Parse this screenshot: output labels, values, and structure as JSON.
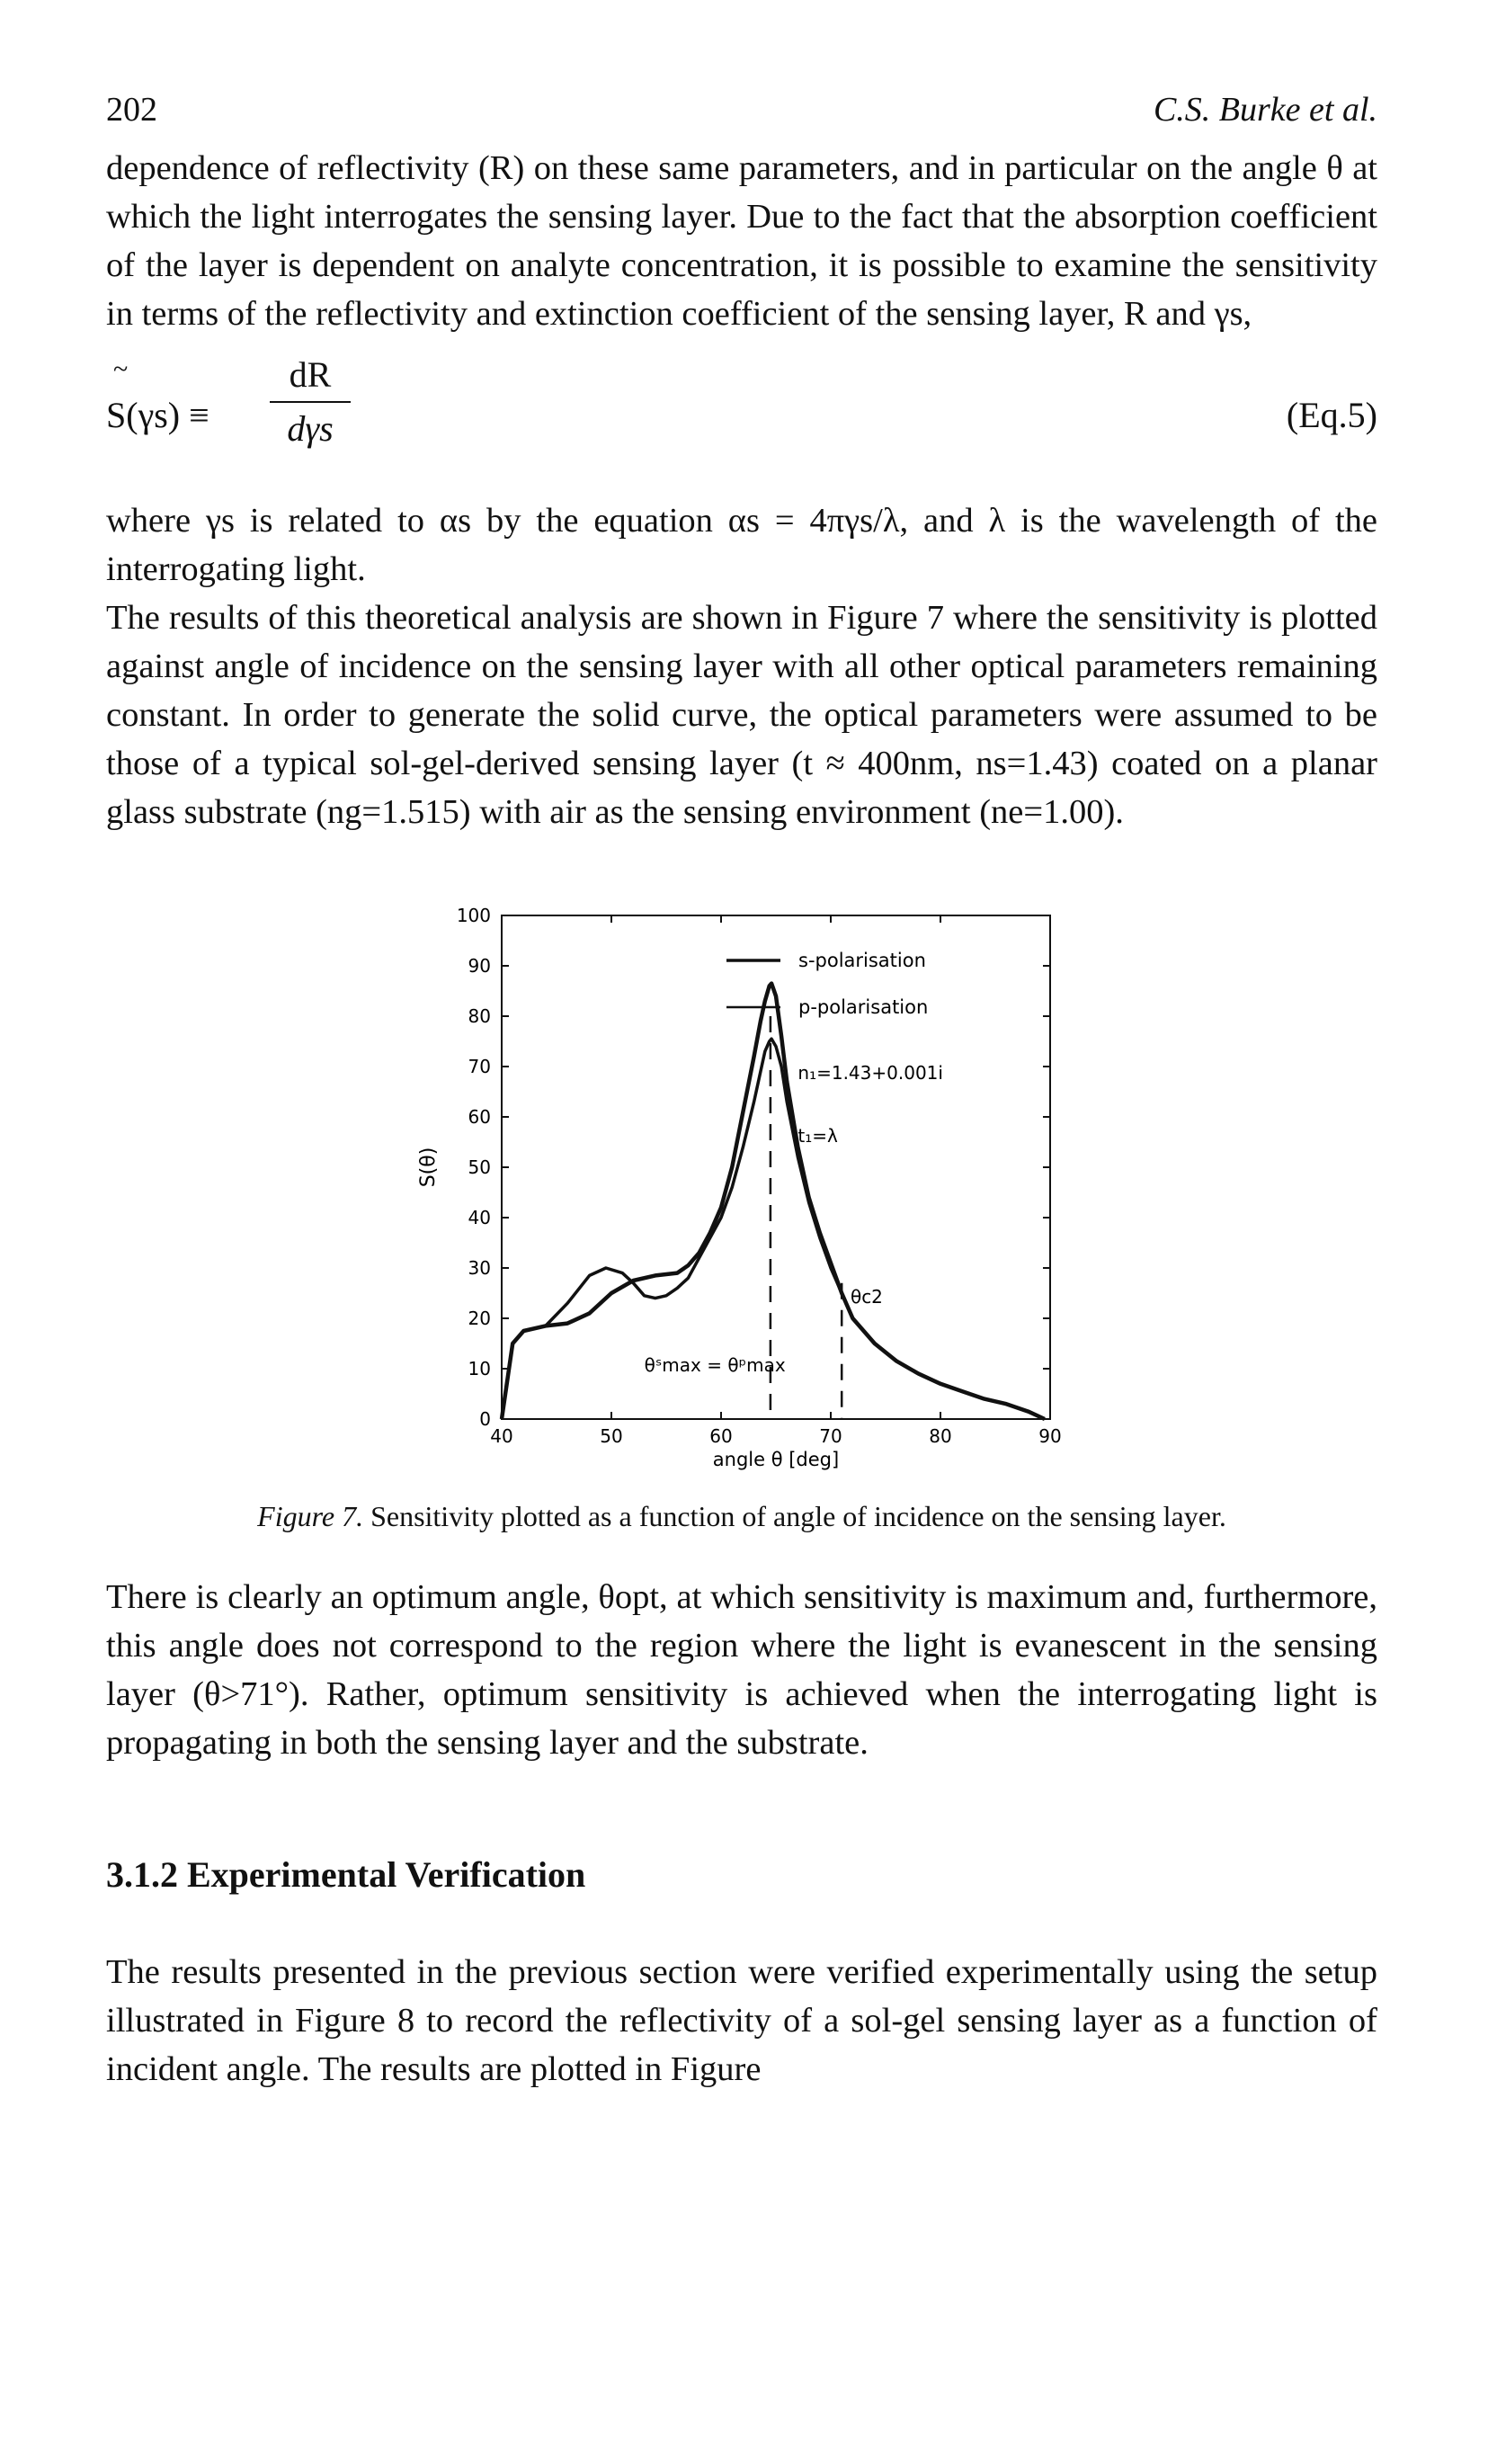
{
  "header": {
    "page_number": "202",
    "authors": "C.S. Burke et al."
  },
  "p1": "dependence of reflectivity (R) on these same parameters, and in particular on the angle θ at which the light interrogates the sensing layer. Due to the fact that the absorption coefficient of the layer is dependent on analyte concentration, it is possible to examine the sensitivity in terms of the reflectivity and extinction coefficient of the sensing layer, R and γs,",
  "equation": {
    "lhs": "S(γs) ≡",
    "tilde": "~",
    "numerator": "dR",
    "denominator": "dγs",
    "label": "(Eq.5)"
  },
  "p2": "where γs is related to αs by the equation αs = 4πγs/λ, and λ is the wavelength of the interrogating light.",
  "p3": "The results of this theoretical analysis are shown in Figure 7 where the sensitivity is plotted against angle of incidence on the sensing layer with all other optical parameters remaining constant. In order to generate the solid curve, the optical parameters were assumed to be those of a typical sol-gel-derived sensing layer (t ≈ 400nm, ns=1.43) coated on a planar glass substrate (ng=1.515) with air as the sensing environment (ne=1.00).",
  "caption": {
    "label": "Figure 7.",
    "text": "Sensitivity plotted as a function of angle of incidence on the sensing layer."
  },
  "p4": "There is clearly an optimum angle, θopt, at which sensitivity is maximum and, furthermore, this angle does not correspond to the region where the light is evanescent in the sensing layer (θ>71°). Rather, optimum sensitivity is achieved when the interrogating light is propagating in both the sensing layer and the substrate.",
  "section_title": "3.1.2 Experimental Verification",
  "p5": "The results presented in the previous section were verified experimentally using the setup illustrated in Figure 8 to record the reflectivity of a sol-gel sensing layer as a function of incident angle. The results are plotted in Figure",
  "chart_data": {
    "type": "line",
    "xlabel": "angle θ [deg]",
    "ylabel": "S(θ)",
    "xlim": [
      40,
      90
    ],
    "ylim": [
      0,
      100
    ],
    "xticks": [
      40,
      50,
      60,
      70,
      80,
      90
    ],
    "yticks": [
      0,
      10,
      20,
      30,
      40,
      50,
      60,
      70,
      80,
      90,
      100
    ],
    "legend_position": "top-right",
    "annotations": {
      "layer": "n₁=1.43+0.001i",
      "thickness": "t₁=λ",
      "critical": "θc2",
      "max": "θˢmax = θᵖmax"
    },
    "vlines": [
      64.5,
      71
    ],
    "series": [
      {
        "name": "s-polarisation",
        "x": [
          40,
          41,
          42,
          44,
          46,
          48,
          50,
          52,
          54,
          56,
          57,
          58,
          59,
          60,
          61,
          62,
          63,
          63.6,
          64,
          64.4,
          64.6,
          65,
          65.5,
          66,
          67,
          68,
          69,
          70,
          71,
          72,
          74,
          76,
          78,
          80,
          82,
          84,
          86,
          88,
          89.5
        ],
        "y": [
          0,
          15,
          17.5,
          18.5,
          19,
          21,
          25,
          27.5,
          28.5,
          29,
          30.5,
          33,
          37,
          42,
          50,
          61,
          72,
          79,
          83,
          86,
          86.5,
          84,
          76,
          67,
          54,
          44,
          37,
          31,
          25,
          20,
          15,
          11.5,
          9,
          7,
          5.5,
          4,
          3,
          1.5,
          0
        ]
      },
      {
        "name": "p-polarisation",
        "x": [
          40,
          41,
          42,
          44,
          46,
          48,
          49.5,
          51,
          52,
          53,
          54,
          55,
          56,
          57,
          58,
          59,
          60,
          61,
          62,
          63,
          63.6,
          64,
          64.4,
          64.6,
          65,
          65.5,
          66,
          67,
          68,
          69,
          70,
          71,
          72,
          74,
          76,
          78,
          80,
          82,
          84,
          86,
          88,
          89.5
        ],
        "y": [
          0,
          15,
          17.5,
          18.5,
          23,
          28.5,
          30,
          29,
          27,
          24.5,
          24,
          24.5,
          26,
          28,
          32,
          36,
          40,
          46,
          54,
          63,
          69,
          73,
          75,
          75.5,
          74,
          70,
          63,
          52,
          43,
          36,
          30,
          25,
          20,
          15,
          11.5,
          9,
          7,
          5.5,
          4,
          3,
          1.5,
          0
        ]
      }
    ]
  }
}
